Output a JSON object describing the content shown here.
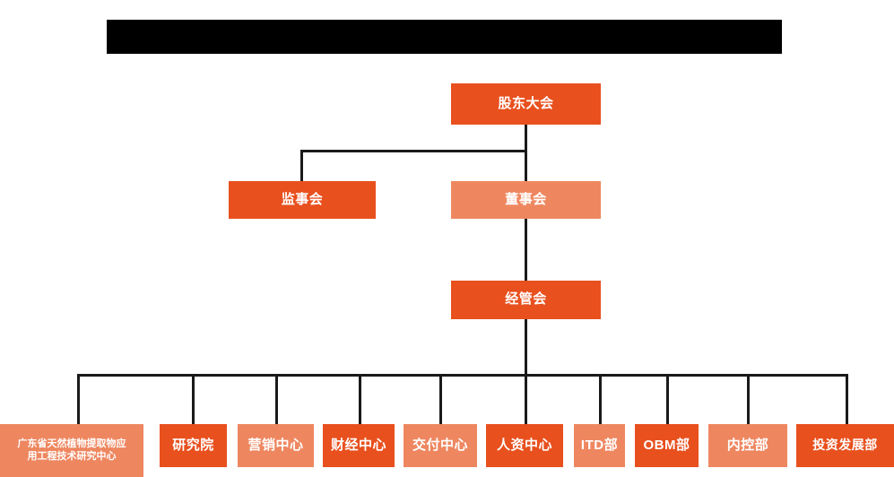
{
  "chart": {
    "title_banner": {
      "label": "",
      "redacted": true,
      "color": "#000000"
    },
    "colors": {
      "deep_orange": "#e8501e",
      "light_salmon": "#ee8760",
      "line": "#1a1a1a",
      "background": "#ffffff",
      "text": "#ffffff"
    },
    "nodes": {
      "shareholders_meeting": {
        "label": "股东大会",
        "style": "deep"
      },
      "supervisory_board": {
        "label": "监事会",
        "style": "deep"
      },
      "board_of_directors": {
        "label": "董事会",
        "style": "light"
      },
      "management_committee": {
        "label": "经管会",
        "style": "deep"
      }
    },
    "departments": [
      {
        "label": "广东省天然植物提取物应\n用工程技术研究中心",
        "line1": "广东省天然植物提取物应",
        "line2": "用工程技术研究中心",
        "style": "light"
      },
      {
        "label": "研究院",
        "style": "deep"
      },
      {
        "label": "营销中心",
        "style": "light"
      },
      {
        "label": "财经中心",
        "style": "deep"
      },
      {
        "label": "交付中心",
        "style": "light"
      },
      {
        "label": "人资中心",
        "style": "deep"
      },
      {
        "label": "ITD部",
        "style": "light"
      },
      {
        "label": "OBM部",
        "style": "deep"
      },
      {
        "label": "内控部",
        "style": "light"
      },
      {
        "label": "投资发展部",
        "style": "deep"
      }
    ]
  }
}
